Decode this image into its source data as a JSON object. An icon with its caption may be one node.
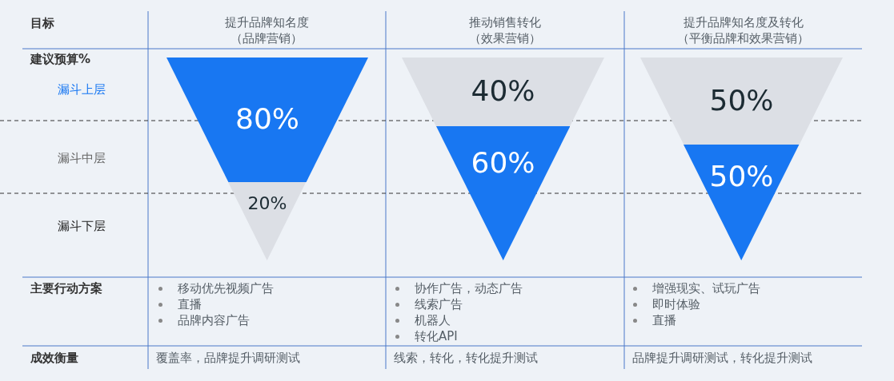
{
  "diagram": {
    "nodes": [
      {
        "text": [
          "80%"
        ]
      },
      {
        "text": [
          "20%"
        ]
      },
      {
        "text": [
          "40%"
        ]
      },
      {
        "text": [
          "60%"
        ]
      },
      {
        "text": [
          "50%"
        ]
      },
      {
        "text": [
          "50%"
        ]
      }
    ],
    "labels": [
      "目标",
      "提升品牌知名度（品牌营销）",
      "推动销售转化（效果营销）",
      "提升品牌知名度及转化（平衡品牌和效果营销）",
      "建议预算%",
      "漏斗上层",
      "漏斗中层",
      "漏斗下层",
      "主要行动方案",
      "移动优先视频广告",
      "直播",
      "品牌内容广告",
      "协作广告，动态广告",
      "线索广告",
      "机器人",
      "转化API",
      "增强现实、试玩广告",
      "即时体验",
      "直播",
      "成效衡量",
      "覆盖率，品牌提升调研测试",
      "线索，转化，转化提升测试",
      "品牌提升调研测试，转化提升测试"
    ]
  }
}
